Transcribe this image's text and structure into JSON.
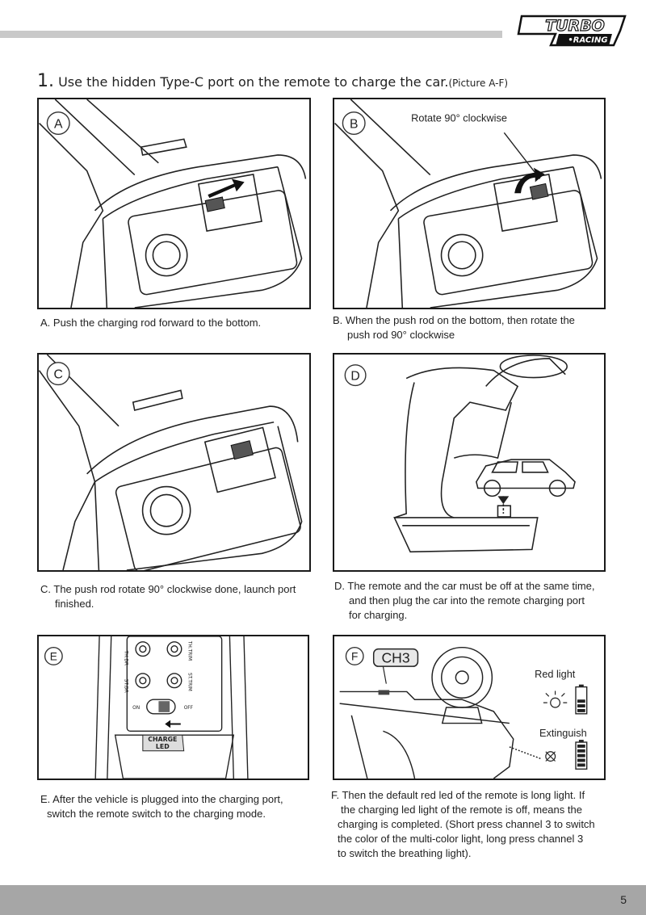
{
  "header": {
    "logo_line1": "TURBO",
    "logo_line2": "•RACING"
  },
  "section": {
    "number": "1.",
    "title": " Use the hidden Type-C port on the remote to charge the car.",
    "note": "(Picture A-F)"
  },
  "panels": {
    "a": {
      "letter": "A",
      "caption": "A. Push the charging rod forward to the bottom."
    },
    "b": {
      "letter": "B",
      "callout": "Rotate 90° clockwise",
      "caption_line1": "B.  When the push rod on the bottom, then rotate the",
      "caption_line2": "push rod 90° clockwise"
    },
    "c": {
      "letter": "C",
      "caption_line1": "C. The push rod rotate 90° clockwise done, launch port",
      "caption_line2": "finished."
    },
    "d": {
      "letter": "D",
      "caption_line1": "D. The remote and the car must be off at the same time,",
      "caption_line2": "and then plug the car into the remote charging port",
      "caption_line3": "for charging."
    },
    "e": {
      "letter": "E",
      "label_thr": "TH.DR",
      "label_thr_trim": "TH.TRIM",
      "label_str": "ST.DR",
      "label_st_trim": "ST.TRIM",
      "on": "ON",
      "off": "OFF",
      "switch_label": "CHARGE\nLED",
      "tag_line1": "CHARGE",
      "tag_line2": "LED",
      "caption_line1": "E. After the vehicle is plugged into the charging port,",
      "caption_line2": "switch the remote switch to the charging mode."
    },
    "f": {
      "letter": "F",
      "ch3": "CH3",
      "red_light": "Red light",
      "extinguish": "Extinguish",
      "caption_line1": "F. Then the default red led of the remote is long light. If",
      "caption_line2": "the charging led light of the remote is off, means the",
      "caption_line3": "charging is completed. (Short press channel 3 to switch",
      "caption_line4": "the color of the multi-color light, long press channel 3",
      "caption_line5": "to switch the breathing light)."
    }
  },
  "footer": {
    "page": "5"
  }
}
